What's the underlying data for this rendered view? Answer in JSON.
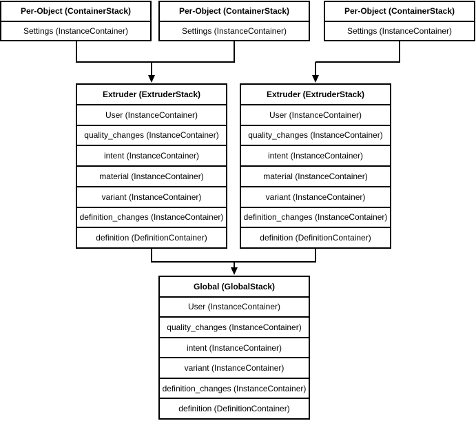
{
  "diagram": {
    "colors": {
      "line": "#000000",
      "text": "#000000",
      "background": "#ffffff"
    },
    "boxes": {
      "per_object_1": {
        "header": "Per-Object (ContainerStack)",
        "rows": [
          "Settings (InstanceContainer)"
        ]
      },
      "per_object_2": {
        "header": "Per-Object (ContainerStack)",
        "rows": [
          "Settings (InstanceContainer)"
        ]
      },
      "per_object_3": {
        "header": "Per-Object (ContainerStack)",
        "rows": [
          "Settings (InstanceContainer)"
        ]
      },
      "extruder_1": {
        "header": "Extruder (ExtruderStack)",
        "rows": [
          "User (InstanceContainer)",
          "quality_changes (InstanceContainer)",
          "intent (InstanceContainer)",
          "material (InstanceContainer)",
          "variant (InstanceContainer)",
          "definition_changes (InstanceContainer)",
          "definition (DefinitionContainer)"
        ]
      },
      "extruder_2": {
        "header": "Extruder (ExtruderStack)",
        "rows": [
          "User (InstanceContainer)",
          "quality_changes (InstanceContainer)",
          "intent (InstanceContainer)",
          "material (InstanceContainer)",
          "variant (InstanceContainer)",
          "definition_changes (InstanceContainer)",
          "definition (DefinitionContainer)"
        ]
      },
      "global_stack": {
        "header": "Global (GlobalStack)",
        "rows": [
          "User (InstanceContainer)",
          "quality_changes (InstanceContainer)",
          "intent (InstanceContainer)",
          "variant (InstanceContainer)",
          "definition_changes (InstanceContainer)",
          "definition (DefinitionContainer)"
        ]
      }
    }
  }
}
